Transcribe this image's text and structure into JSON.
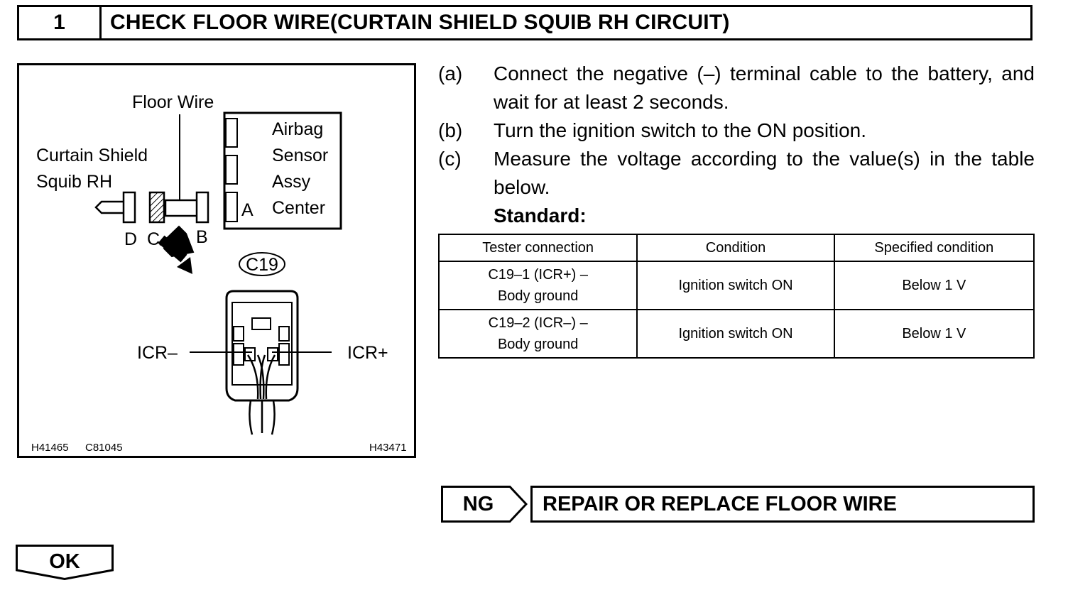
{
  "header": {
    "number": "1",
    "title": "CHECK FLOOR WIRE(CURTAIN SHIELD SQUIB RH CIRCUIT)"
  },
  "figure": {
    "labels": {
      "floor_wire": "Floor Wire",
      "curtain_line1": "Curtain Shield",
      "curtain_line2": "Squib RH",
      "sensor_line1": "Airbag",
      "sensor_line2": "Sensor",
      "sensor_line3": "Assy",
      "sensor_line4": "Center",
      "connector_a": "A",
      "connector_b": "B",
      "connector_c": "C",
      "connector_d": "D",
      "connector_id": "C19",
      "terminal_minus": "ICR–",
      "terminal_plus": "ICR+"
    },
    "codes": {
      "left": "H41465",
      "middle": "C81045",
      "right": "H43471"
    }
  },
  "steps": [
    {
      "tag": "(a)",
      "text": "Connect the negative (–) terminal cable to the battery, and wait for at least 2 seconds."
    },
    {
      "tag": "(b)",
      "text": "Turn the ignition switch to the ON position."
    },
    {
      "tag": "(c)",
      "text": "Measure the voltage according to the value(s) in the table below."
    }
  ],
  "standard_label": "Standard:",
  "table": {
    "headers": [
      "Tester connection",
      "Condition",
      "Specified condition"
    ],
    "rows": [
      {
        "conn1": "C19–1 (ICR+) –",
        "conn2": "Body ground",
        "condition": "Ignition switch ON",
        "spec": "Below 1 V"
      },
      {
        "conn1": "C19–2 (ICR–) –",
        "conn2": "Body ground",
        "condition": "Ignition switch ON",
        "spec": "Below 1 V"
      }
    ]
  },
  "ng": {
    "label": "NG",
    "action": "REPAIR OR REPLACE FLOOR WIRE"
  },
  "ok": {
    "label": "OK"
  }
}
